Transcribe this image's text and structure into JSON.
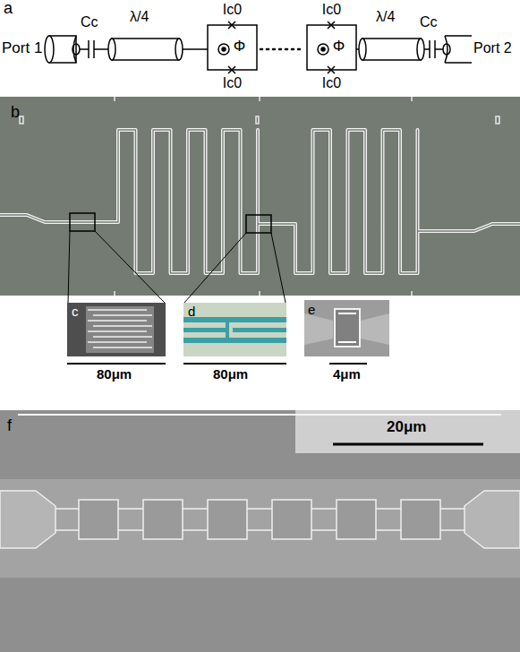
{
  "diagram": {
    "nodes": [
      {
        "text": [
          "Ic0",
          "Φ",
          "Ic0"
        ]
      },
      {
        "text": [
          "Ic0",
          "Φ",
          "Ic0"
        ]
      }
    ],
    "edges": [
      {
        "from": 0,
        "to": 1,
        "arrow": "none"
      }
    ],
    "labels": [
      "a",
      "Port 1",
      "Cc",
      "λ/4",
      "λ/4",
      "Cc",
      "Port 2",
      "b",
      "c",
      "80μm",
      "d",
      "80μm",
      "e",
      "4μm",
      "f",
      "20μm"
    ]
  }
}
